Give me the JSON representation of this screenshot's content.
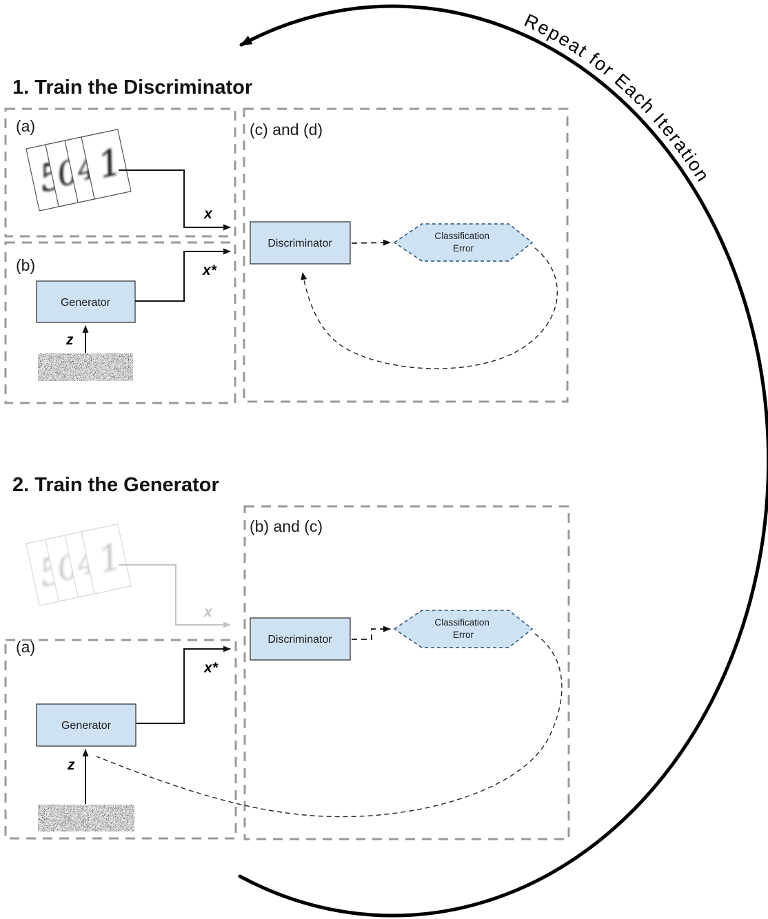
{
  "arc": {
    "label": "Repeat for Each Iteration"
  },
  "digits": [
    "5",
    "0",
    "4",
    "1"
  ],
  "s1": {
    "heading": "1. Train the Discriminator",
    "panel_a": "(a)",
    "panel_b": "(b)",
    "panel_cd": "(c) and (d)",
    "x_label": "x",
    "xstar_label": "x*",
    "z_label": "z",
    "generator": "Generator",
    "discriminator": "Discriminator",
    "error_lines": [
      "Classification",
      "Error"
    ]
  },
  "s2": {
    "heading": "2. Train the Generator",
    "panel_a": "(a)",
    "panel_bc": "(b) and (c)",
    "x_label": "x",
    "xstar_label": "x*",
    "z_label": "z",
    "generator": "Generator",
    "discriminator": "Discriminator",
    "error_lines": [
      "Classification",
      "Error"
    ]
  },
  "colors": {
    "node_fill": "#cfe2f3",
    "node_border": "#3a3a3a",
    "hex_dash_border": "#1f4e79",
    "box_dash_border": "#999999",
    "arrow": "#111111",
    "faded_arrow": "#c4c4c4",
    "repeat_arc": "#000000"
  }
}
